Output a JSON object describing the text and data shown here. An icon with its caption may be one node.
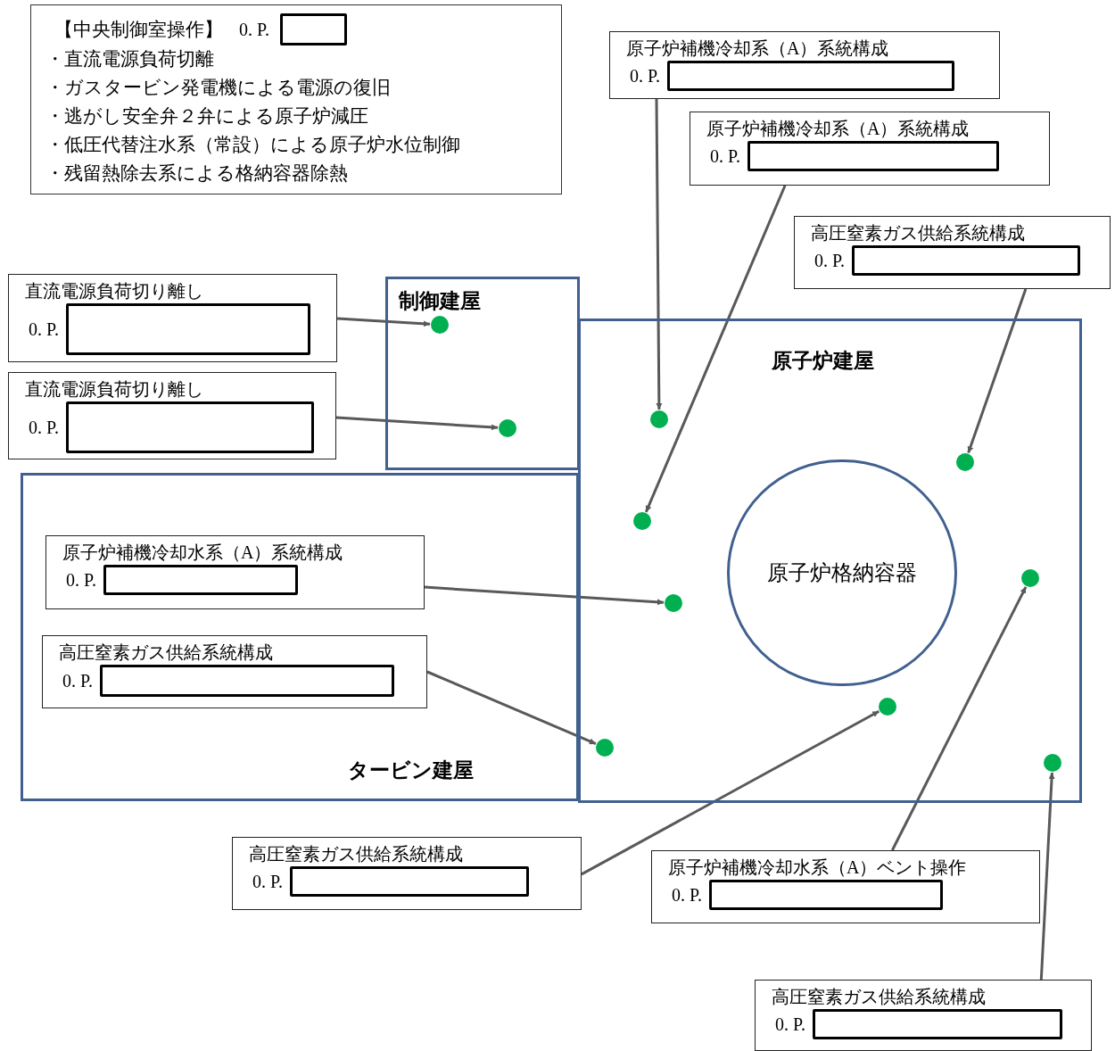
{
  "diagram": {
    "nodes": [
      {
        "text": [
          "【中央制御室操作】",
          "0. P.",
          "・直流電源負荷切離",
          "・ガスタービン発電機による電源の復旧",
          "・逃がし安全弁２弁による原子炉減圧",
          "・低圧代替注水系（常設）による原子炉水位制御",
          "・残留熱除去系による格納容器除熱"
        ]
      },
      {
        "text": [
          "原子炉補機冷却系（A）系統構成",
          "0. P."
        ]
      },
      {
        "text": [
          "原子炉補機冷却系（A）系統構成",
          "0. P."
        ]
      },
      {
        "text": [
          "高圧窒素ガス供給系統構成",
          "0. P."
        ]
      },
      {
        "text": [
          "直流電源負荷切り離し",
          "0. P."
        ]
      },
      {
        "text": [
          "直流電源負荷切り離し",
          "0. P."
        ]
      },
      {
        "text": [
          "制御建屋"
        ]
      },
      {
        "text": [
          "原子炉建屋"
        ]
      },
      {
        "text": [
          "原子炉格納容器"
        ],
        "in": 7
      },
      {
        "text": [
          "タービン建屋"
        ]
      },
      {
        "text": [
          "原子炉補機冷却水系（A）系統構成",
          "0. P."
        ],
        "in": 9
      },
      {
        "text": [
          "高圧窒素ガス供給系統構成",
          "0. P."
        ],
        "in": 9
      },
      {
        "text": [
          "高圧窒素ガス供給系統構成",
          "0. P."
        ]
      },
      {
        "text": [
          "原子炉補機冷却水系（A）ベント操作",
          "0. P."
        ]
      },
      {
        "text": [
          "高圧窒素ガス供給系統構成",
          "0. P."
        ]
      },
      {
        "text": [],
        "shape": "circle",
        "in": 6
      },
      {
        "text": [],
        "shape": "circle",
        "in": 6
      },
      {
        "text": [],
        "shape": "circle",
        "in": 7
      },
      {
        "text": [],
        "shape": "circle",
        "in": 7
      },
      {
        "text": [],
        "shape": "circle",
        "in": 7
      },
      {
        "text": [],
        "shape": "circle",
        "in": 7
      },
      {
        "text": [],
        "shape": "circle",
        "in": 7
      },
      {
        "text": [],
        "shape": "circle",
        "in": 7
      },
      {
        "text": [],
        "shape": "circle",
        "in": 7
      },
      {
        "text": [],
        "shape": "circle",
        "in": 7
      }
    ],
    "edges": [
      {
        "from": 1,
        "to": 17,
        "arrow": "to"
      },
      {
        "from": 2,
        "to": 19,
        "arrow": "to"
      },
      {
        "from": 3,
        "to": 18,
        "arrow": "to"
      },
      {
        "from": 4,
        "to": 15,
        "arrow": "to"
      },
      {
        "from": 5,
        "to": 16,
        "arrow": "to"
      },
      {
        "from": 10,
        "to": 21,
        "arrow": "to"
      },
      {
        "from": 11,
        "to": 23,
        "arrow": "to"
      },
      {
        "from": 12,
        "to": 22,
        "arrow": "to"
      },
      {
        "from": 13,
        "to": 20,
        "arrow": "to"
      },
      {
        "from": 14,
        "to": 24,
        "arrow": "to"
      }
    ]
  }
}
